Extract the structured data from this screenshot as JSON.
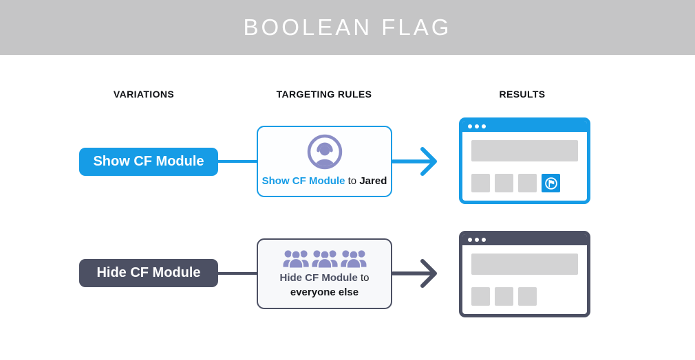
{
  "banner": {
    "title": "BOOLEAN FLAG",
    "bg_color": "#c5c5c6",
    "text_color": "#ffffff"
  },
  "columns": {
    "variations": "VARIATIONS",
    "targeting": "TARGETING RULES",
    "results": "RESULTS"
  },
  "colors": {
    "blue_accent": "#169ce6",
    "dark_accent": "#4c5063",
    "purple_icon": "#8b8ec6",
    "placeholder_gray": "#d3d3d4"
  },
  "rows": [
    {
      "variation_label": "Show CF Module",
      "rule": {
        "flag": "Show CF Module",
        "connector": "to",
        "target": "Jared",
        "icon": "single-user-icon"
      },
      "result": {
        "placeholder_squares": 3,
        "has_flag_module": true,
        "theme": "blue"
      }
    },
    {
      "variation_label": "Hide CF Module",
      "rule": {
        "flag": "Hide CF Module",
        "connector": "to",
        "target": "everyone else",
        "icon": "crowd-icon"
      },
      "result": {
        "placeholder_squares": 3,
        "has_flag_module": false,
        "theme": "dark"
      }
    }
  ]
}
